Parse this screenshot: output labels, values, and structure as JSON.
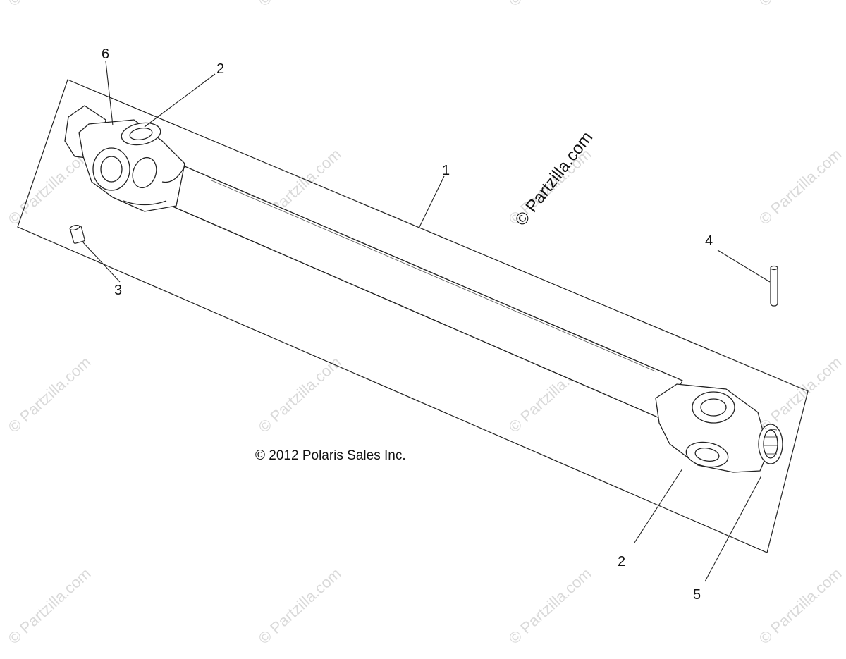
{
  "diagram": {
    "copyright": "© 2012 Polaris Sales Inc.",
    "brand": "© Partzilla.com",
    "watermark": "© Partzilla.com",
    "callouts": [
      "1",
      "2",
      "2",
      "3",
      "4",
      "5",
      "6"
    ]
  }
}
